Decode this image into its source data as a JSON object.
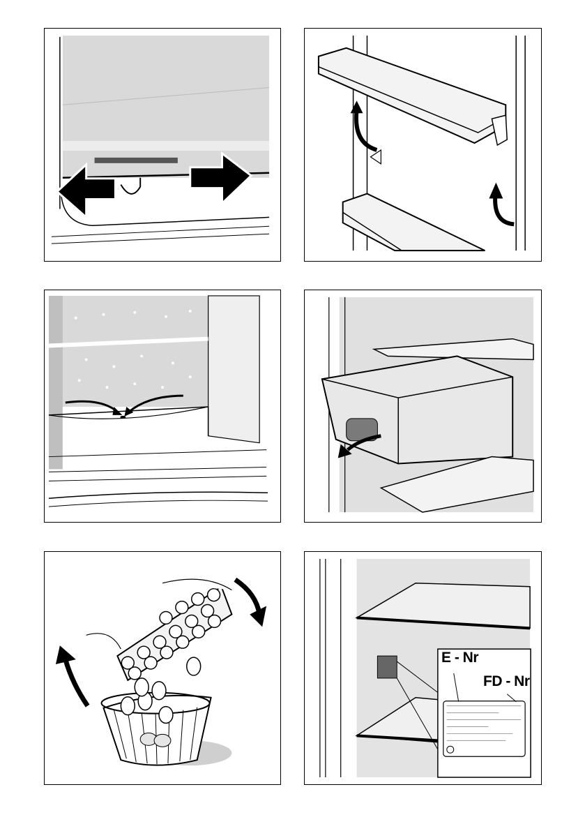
{
  "panels": [
    {
      "id": "slide-shelf-strip",
      "icon": "double-arrow-icon"
    },
    {
      "id": "door-rack-removal",
      "icon": "curved-arrow-up-icon"
    },
    {
      "id": "condensation-drain",
      "icon": "curved-arrow-icon"
    },
    {
      "id": "vegetable-drawer-removal",
      "icon": "curved-arrow-down-icon"
    },
    {
      "id": "egg-tray-emptying",
      "icon": "rotate-arrow-icon"
    },
    {
      "id": "rating-plate-location",
      "icon": "rating-plate-icon"
    }
  ],
  "rating_plate": {
    "e_nr_label": "E - Nr",
    "fd_nr_label": "FD - Nr"
  },
  "colors": {
    "background": "#ffffff",
    "outline": "#000000",
    "wall_grey": "#d9d9d9",
    "light_grey": "#ececec",
    "dark_grey": "#555555"
  }
}
